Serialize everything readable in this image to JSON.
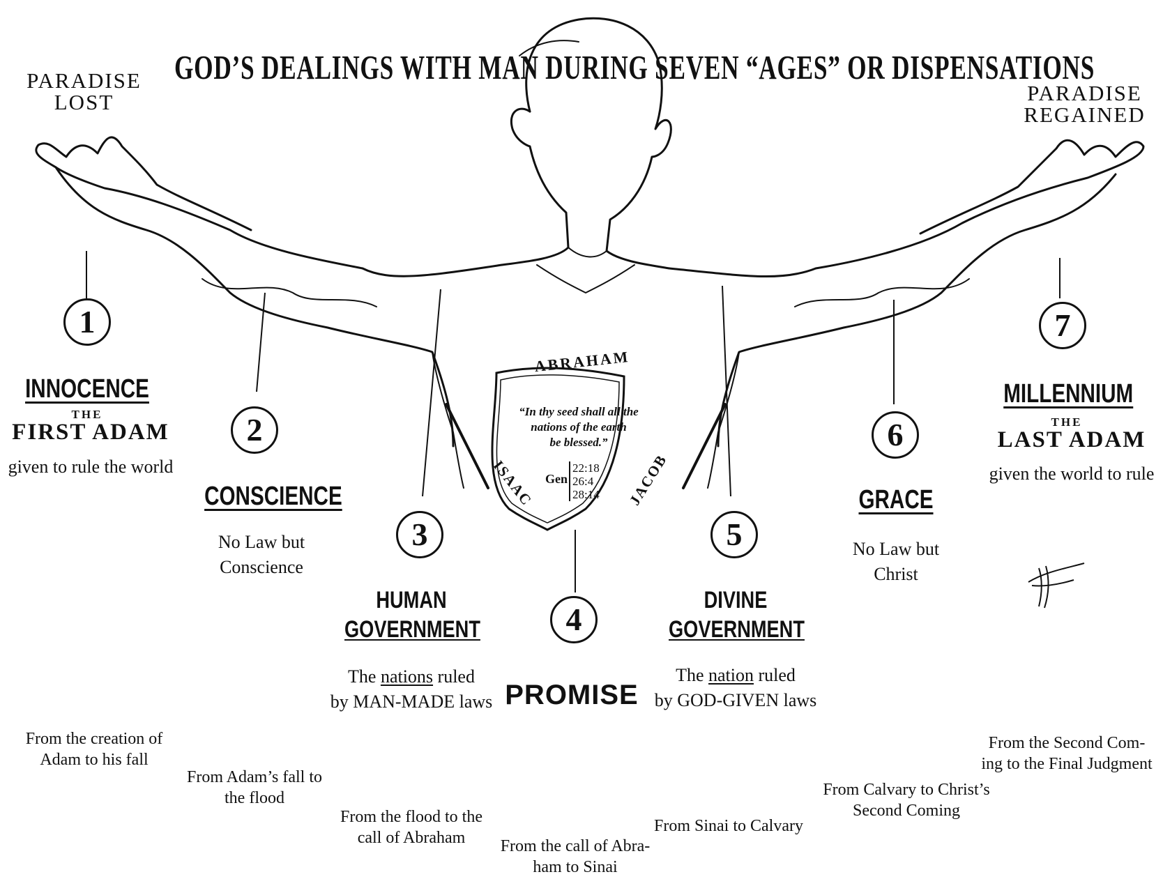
{
  "title": "GOD’S DEALINGS WITH MAN DURING SEVEN “AGES” OR DISPENSATIONS",
  "corners": {
    "left": [
      "PARADISE",
      "LOST"
    ],
    "right": [
      "PARADISE",
      "REGAINED"
    ]
  },
  "dispensations": [
    {
      "number": "1",
      "name": "INNOCENCE",
      "the": "THE",
      "adam": "FIRST ADAM",
      "desc": [
        "given to rule the world"
      ],
      "period": [
        "From the creation of",
        "Adam to his fall"
      ]
    },
    {
      "number": "2",
      "name": "CONSCIENCE",
      "desc": [
        "No Law but",
        "Conscience"
      ],
      "period": [
        "From Adam’s fall to",
        "the flood"
      ]
    },
    {
      "number": "3",
      "name": [
        "HUMAN",
        "GOVERNMENT"
      ],
      "desc_pre": "The ",
      "desc_key": "nations",
      "desc_post": " ruled",
      "desc2": "by MAN-MADE laws",
      "period": [
        "From the flood to the",
        "call of Abraham"
      ]
    },
    {
      "number": "4",
      "name": "PROMISE",
      "period": [
        "From the call of Abra-",
        "ham to Sinai"
      ]
    },
    {
      "number": "5",
      "name": [
        "DIVINE",
        "GOVERNMENT"
      ],
      "desc_pre": "The ",
      "desc_key": "nation",
      "desc_post": " ruled",
      "desc2": "by GOD-GIVEN laws",
      "period": [
        "From Sinai to Calvary"
      ]
    },
    {
      "number": "6",
      "name": "GRACE",
      "desc": [
        "No Law but",
        "Christ"
      ],
      "period": [
        "From Calvary to Christ’s",
        "Second Coming"
      ]
    },
    {
      "number": "7",
      "name": "MILLENNIUM",
      "the": "THE",
      "adam": "LAST ADAM",
      "desc": [
        "given the world to rule"
      ],
      "period": [
        "From the Second Com-",
        "ing to the Final Judgment"
      ]
    }
  ],
  "shield": {
    "top": "ABRAHAM",
    "left": "ISAAC",
    "right": "JACOB",
    "quote": [
      "“In thy seed shall all the",
      "nations of the earth",
      "be blessed.”"
    ],
    "ref_book": "Gen",
    "refs": [
      "22:18",
      "26:4",
      "28:14"
    ]
  },
  "signature": "Pace",
  "colors": {
    "ink": "#111111",
    "paper": "#ffffff"
  }
}
